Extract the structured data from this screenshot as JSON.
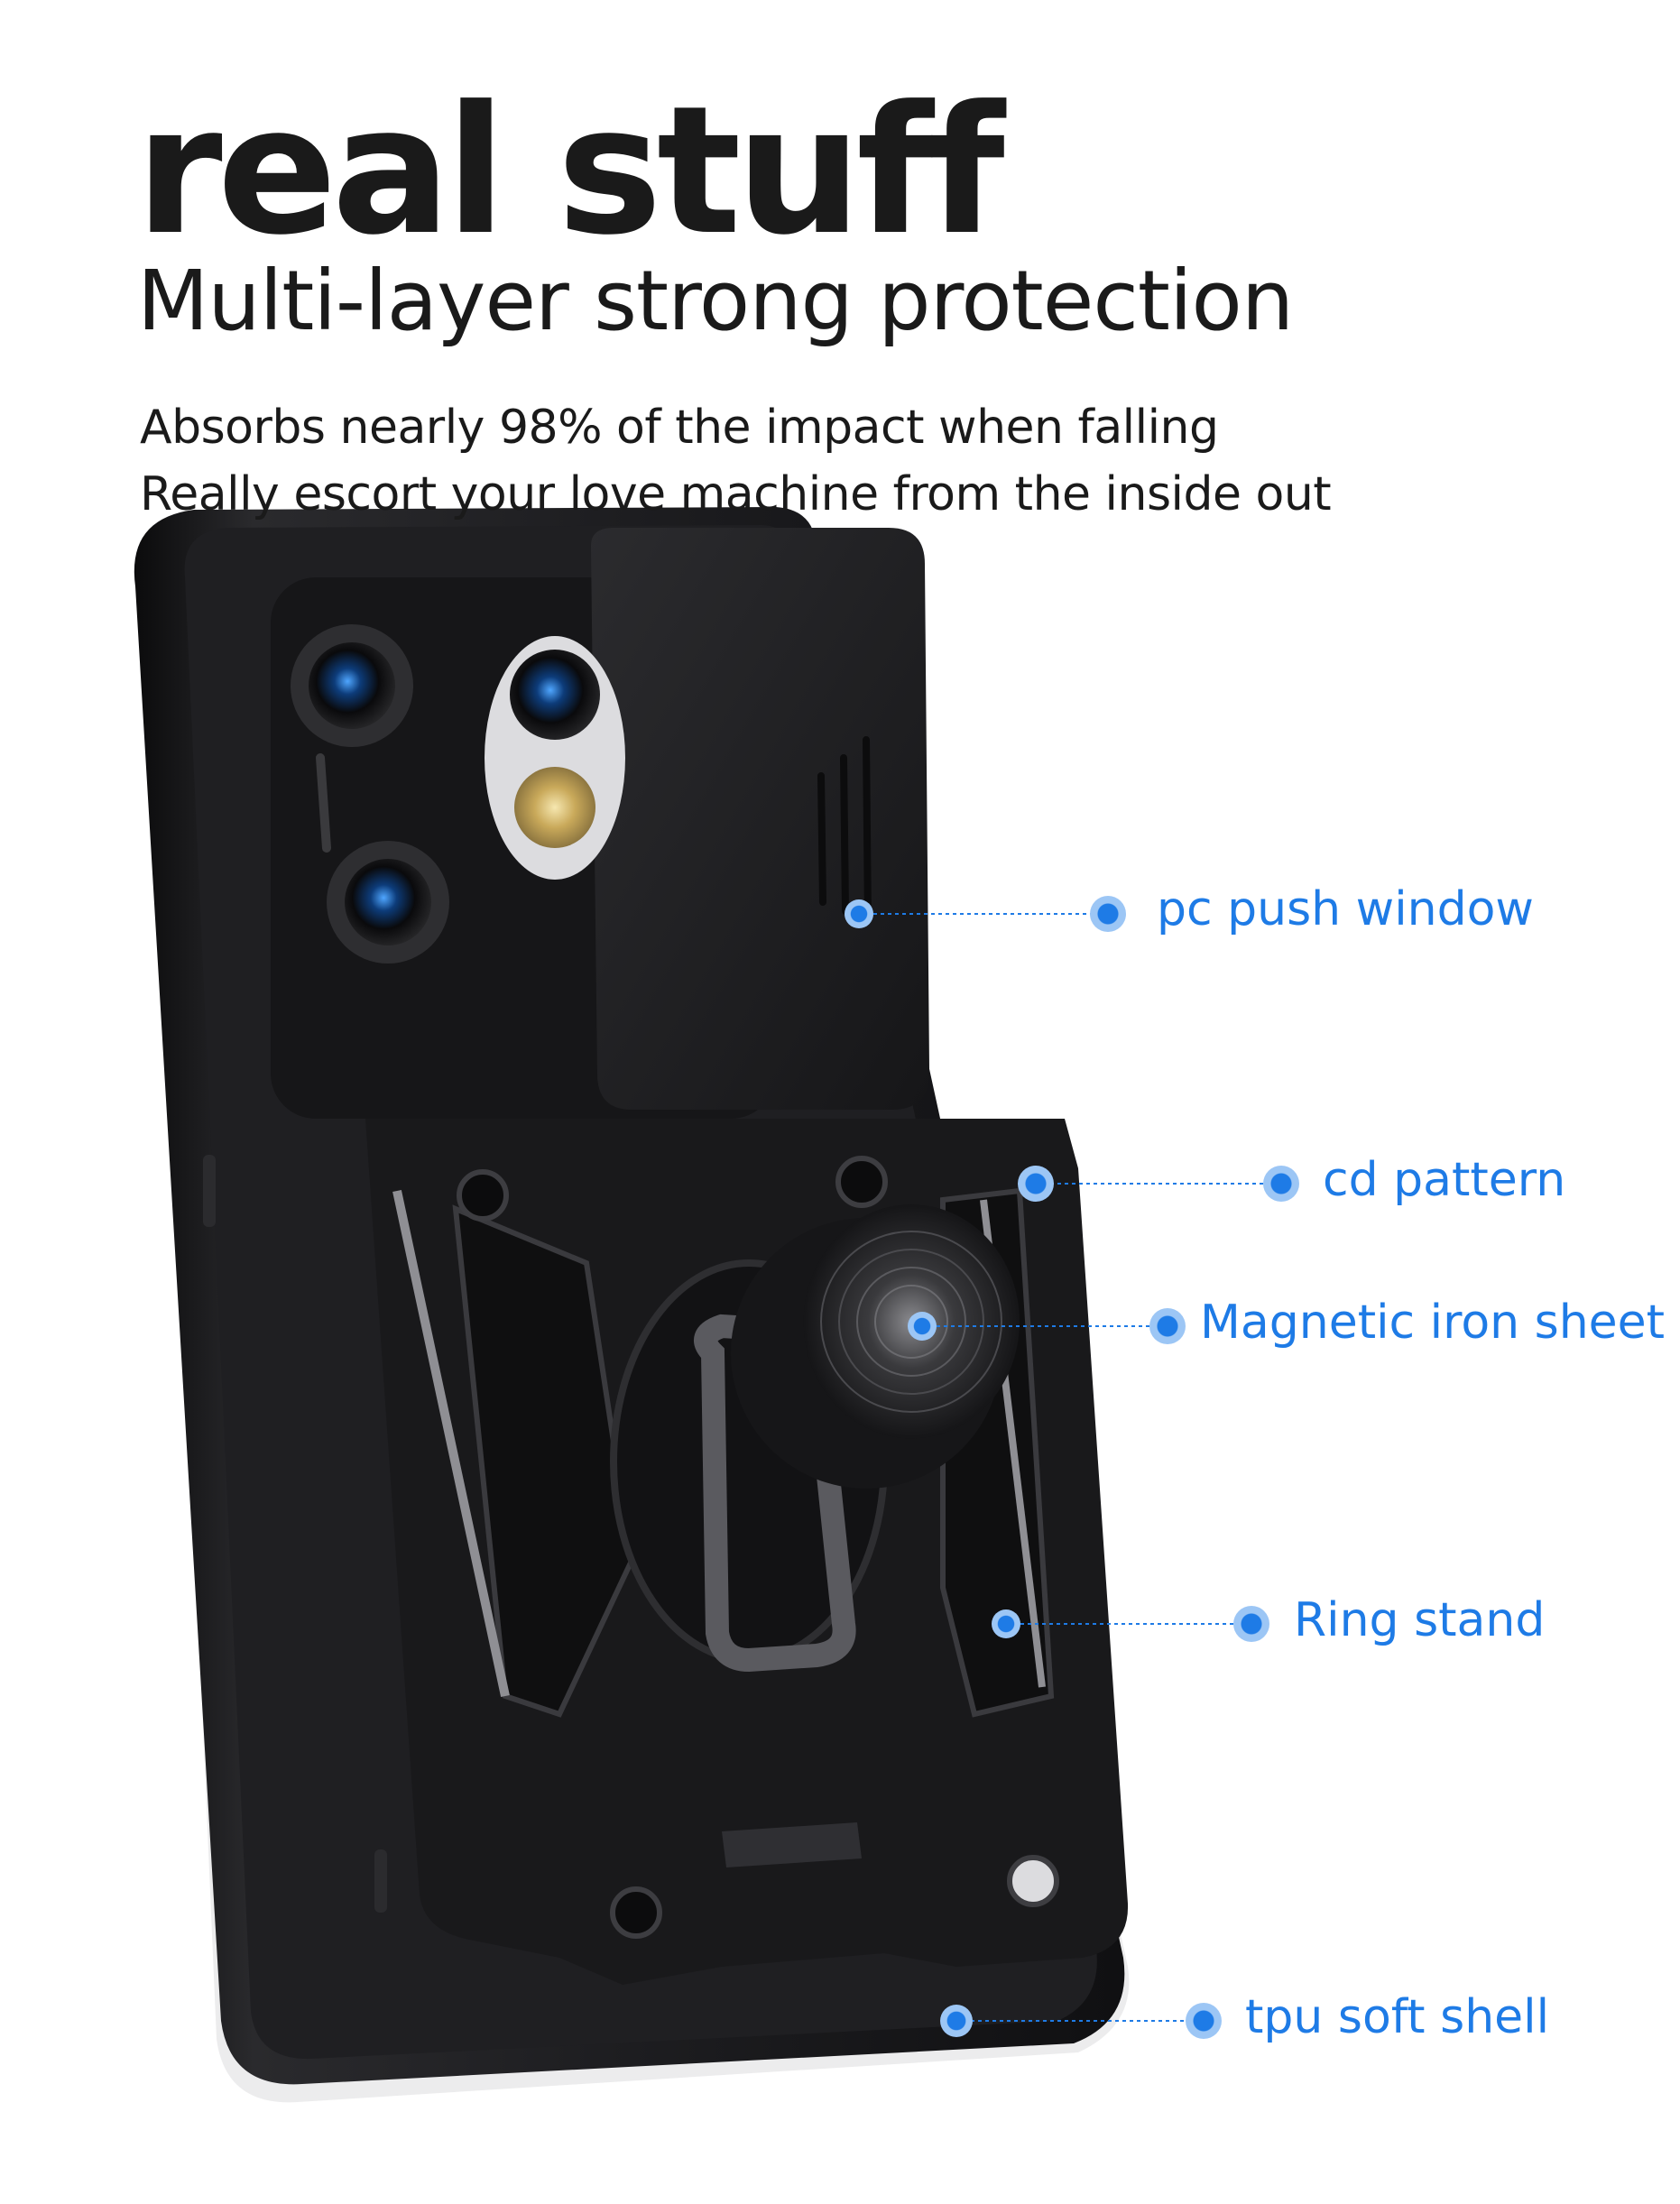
{
  "headline": {
    "title": "real stuff",
    "subtitle": "Multi-layer strong protection",
    "description_lines": [
      "Absorbs nearly 98% of the impact when falling",
      "Really escort your love machine from the inside out"
    ]
  },
  "callouts": [
    {
      "label": "pc push window"
    },
    {
      "label": "cd pattern"
    },
    {
      "label": "Magnetic iron sheet"
    },
    {
      "label": "Ring stand"
    },
    {
      "label": "tpu soft shell"
    }
  ],
  "colors": {
    "text": "#1a1a1a",
    "accent": "#1e7be6",
    "case": "#1c1c1e",
    "background": "#ffffff"
  }
}
